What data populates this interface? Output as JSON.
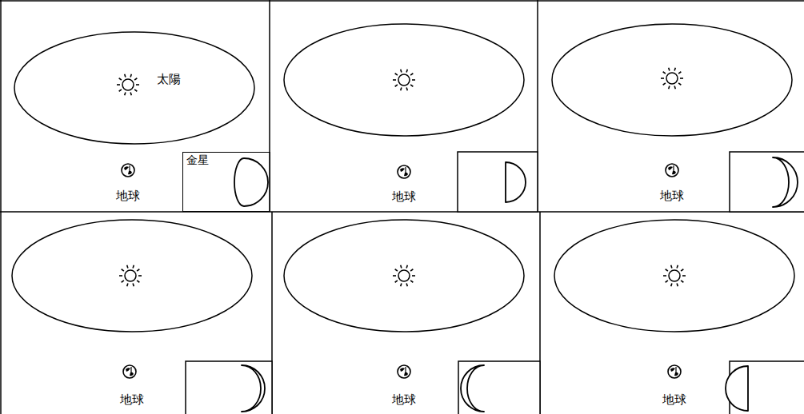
{
  "diagram": {
    "nodes": [
      {
        "text": [
          "金星"
        ]
      }
    ],
    "labels": [
      "太陽",
      "地球",
      "地球",
      "地球",
      "地球",
      "地球",
      "地球"
    ]
  }
}
